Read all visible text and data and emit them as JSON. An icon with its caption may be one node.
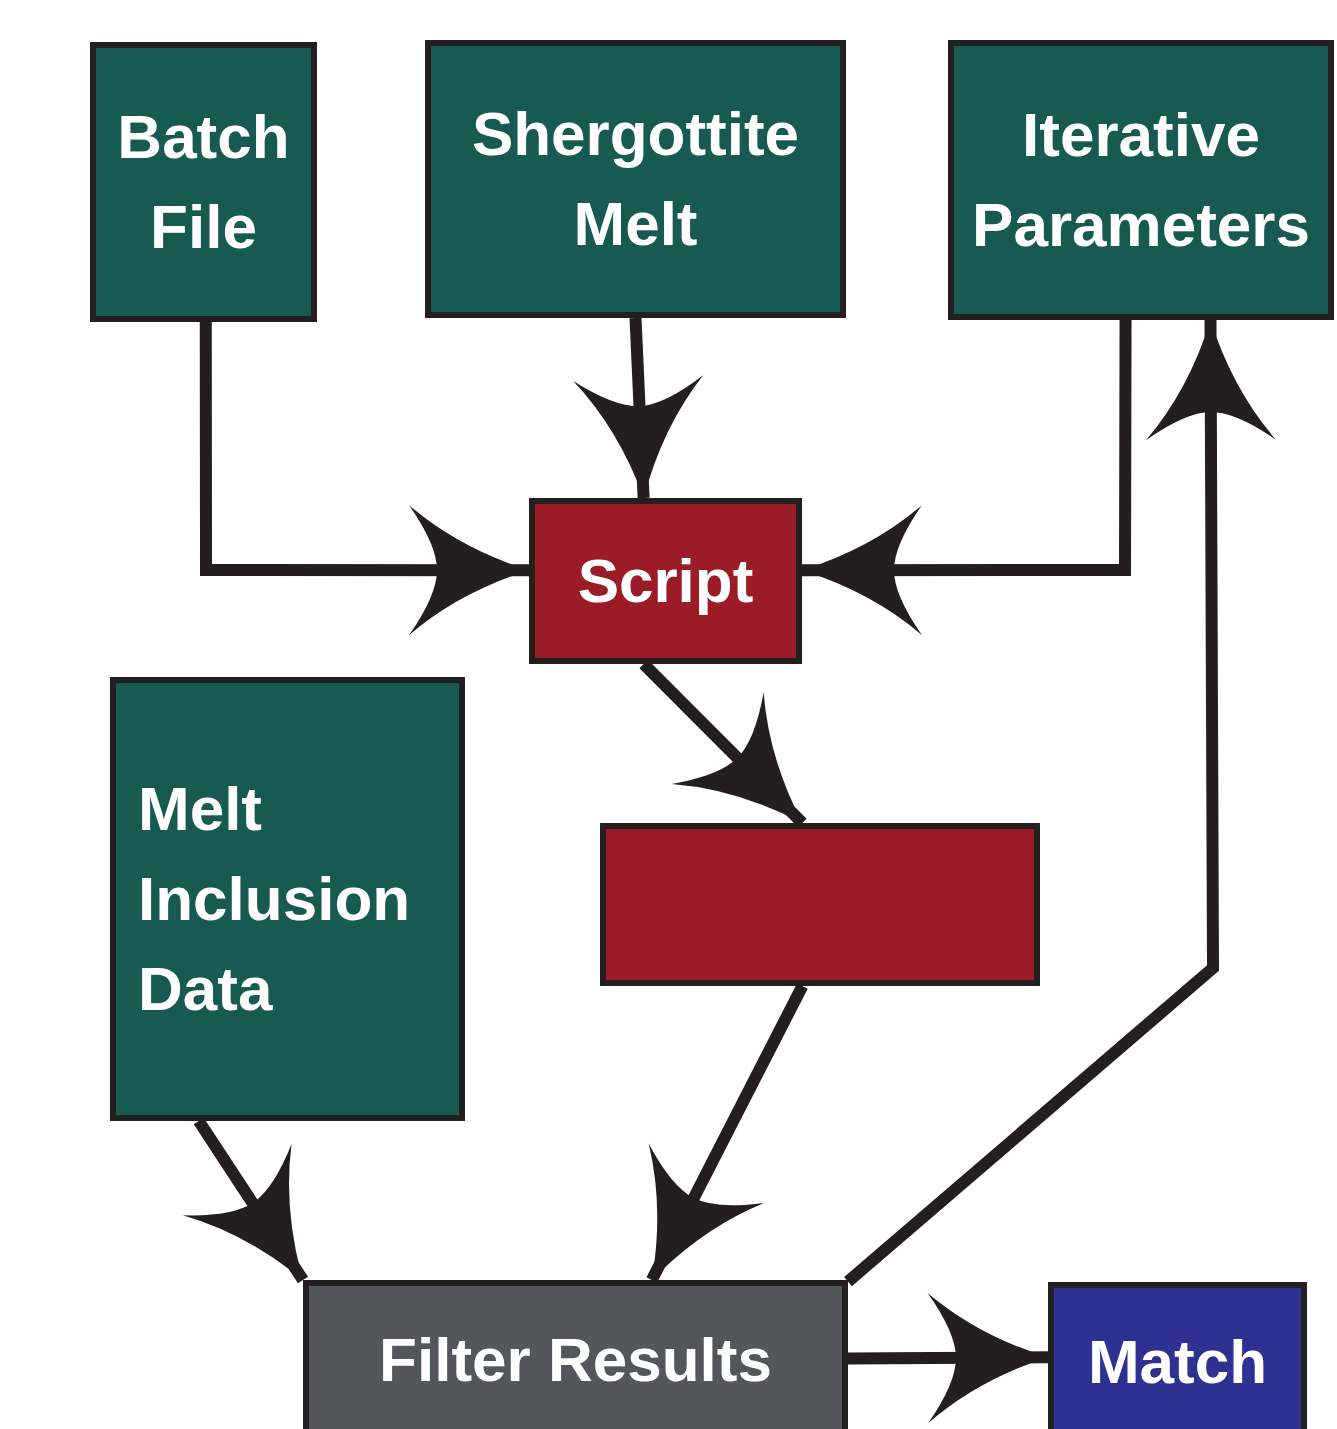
{
  "diagram": {
    "nodes": [
      {
        "text": [
          "Batch File"
        ]
      },
      {
        "text": [
          "Shergottite Melt"
        ]
      },
      {
        "text": [
          "Iterative Parameters"
        ]
      },
      {
        "text": [
          "Script"
        ]
      },
      {
        "text": [
          "Melt Inclusion Data"
        ]
      },
      {
        "text": [],
        "shape": "box"
      },
      {
        "text": [
          "Filter Results"
        ]
      },
      {
        "text": [
          "Match"
        ]
      }
    ],
    "edges": [
      {
        "from": 0,
        "to": 3,
        "arrow": "to"
      },
      {
        "from": 1,
        "to": 3,
        "arrow": "to"
      },
      {
        "from": 2,
        "to": 3,
        "arrow": "to"
      },
      {
        "from": 3,
        "to": 5,
        "arrow": "to"
      },
      {
        "from": 5,
        "to": 6,
        "arrow": "to"
      },
      {
        "from": 4,
        "to": 6,
        "arrow": "to"
      },
      {
        "from": 6,
        "to": 2,
        "arrow": "to"
      },
      {
        "from": 6,
        "to": 7,
        "arrow": "to"
      }
    ]
  }
}
